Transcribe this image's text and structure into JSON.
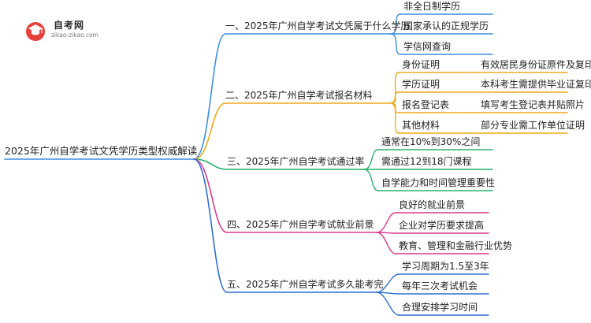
{
  "logo": {
    "name": "自考网",
    "url": "zikao-zikao.com"
  },
  "mindmap": {
    "root": "2025年广州自学考试文凭学历类型权威解读",
    "branches": [
      {
        "label": "一、2025年广州自学考试文凭属于什么学历",
        "color": "#3b8fe0",
        "children": [
          {
            "label": "非全日制学历"
          },
          {
            "label": "国家承认的正规学历"
          },
          {
            "label": "学信网查询"
          }
        ]
      },
      {
        "label": "二、2025年广州自学考试报名材料",
        "color": "#f0a91c",
        "children": [
          {
            "label": "身份证明",
            "detail": "有效居民身份证原件及复印件"
          },
          {
            "label": "学历证明",
            "detail": "本科考生需提供毕业证复印件"
          },
          {
            "label": "报名登记表",
            "detail": "填写考生登记表并贴照片"
          },
          {
            "label": "其他材料",
            "detail": "部分专业需工作单位证明"
          }
        ]
      },
      {
        "label": "三、2025年广州自学考试通过率",
        "color": "#27b36b",
        "children": [
          {
            "label": "通常在10%到30%之间"
          },
          {
            "label": "需通过12到18门课程"
          },
          {
            "label": "自学能力和时间管理重要性"
          }
        ]
      },
      {
        "label": "四、2025年广州自学考试就业前景",
        "color": "#d93b8c",
        "children": [
          {
            "label": "良好的就业前景"
          },
          {
            "label": "企业对学历要求提高"
          },
          {
            "label": "教育、管理和金融行业优势"
          }
        ]
      },
      {
        "label": "五、2025年广州自学考试多久能考完",
        "color": "#2f6fd0",
        "children": [
          {
            "label": "学习周期为1.5至3年"
          },
          {
            "label": "每年三次考试机会"
          },
          {
            "label": "合理安排学习时间"
          }
        ]
      }
    ]
  }
}
